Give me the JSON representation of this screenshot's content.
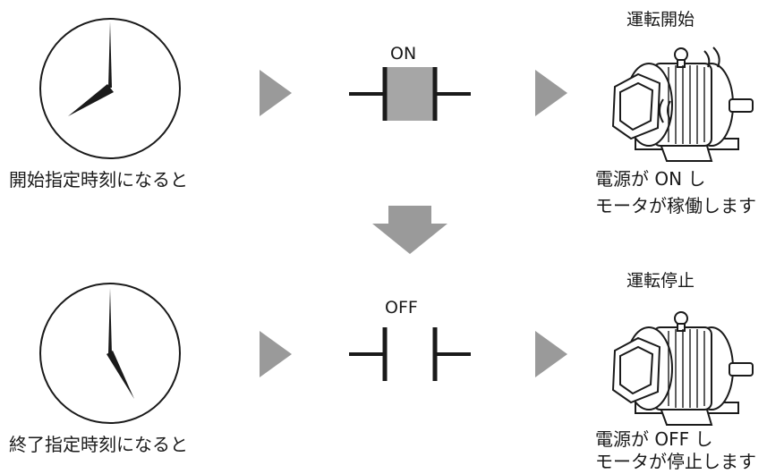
{
  "top": {
    "trigger_text": "開始指定時刻になると",
    "contact_label": "ON",
    "state_label": "運転開始",
    "result_line1": "電源が ON し",
    "result_line2": "モータが稼働します"
  },
  "bottom": {
    "trigger_text": "終了指定時刻になると",
    "contact_label": "OFF",
    "state_label": "運転停止",
    "result_line1": "電源が OFF し",
    "result_line2": "モータが停止します"
  },
  "colors": {
    "arrow": "#9a9a9a",
    "contact_fill": "#a6a6a6",
    "line": "#1a1a1a"
  },
  "icons": [
    "clock-icon",
    "arrow-right-icon",
    "contact-icon",
    "motor-icon",
    "arrow-down-icon"
  ]
}
